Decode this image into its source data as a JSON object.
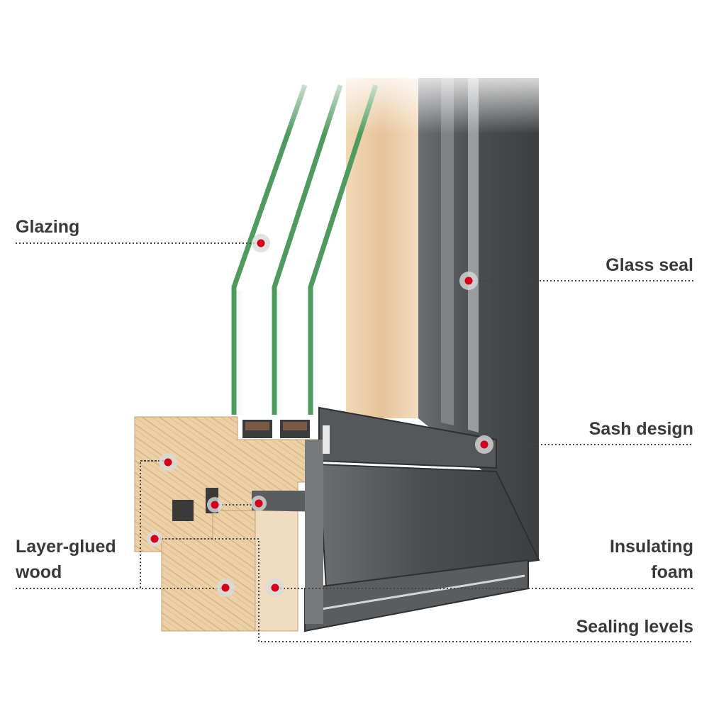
{
  "labels": {
    "glazing": "Glazing",
    "glass_seal": "Glass seal",
    "sash_design": "Sash design",
    "layer_glued_wood_line1": "Layer-glued",
    "layer_glued_wood_line2": "wood",
    "insulating_foam_line1": "Insulating",
    "insulating_foam_line2": "foam",
    "sealing_levels": "Sealing levels"
  },
  "colors": {
    "marker": "#d0021b",
    "marker_halo": "#d9d9d9",
    "leader_line": "#444444",
    "label_text": "#3a3a3a",
    "aluminium": "#4a4c4e",
    "wood": "#e8c9a0",
    "glass_edge": "#4f9a5f"
  }
}
